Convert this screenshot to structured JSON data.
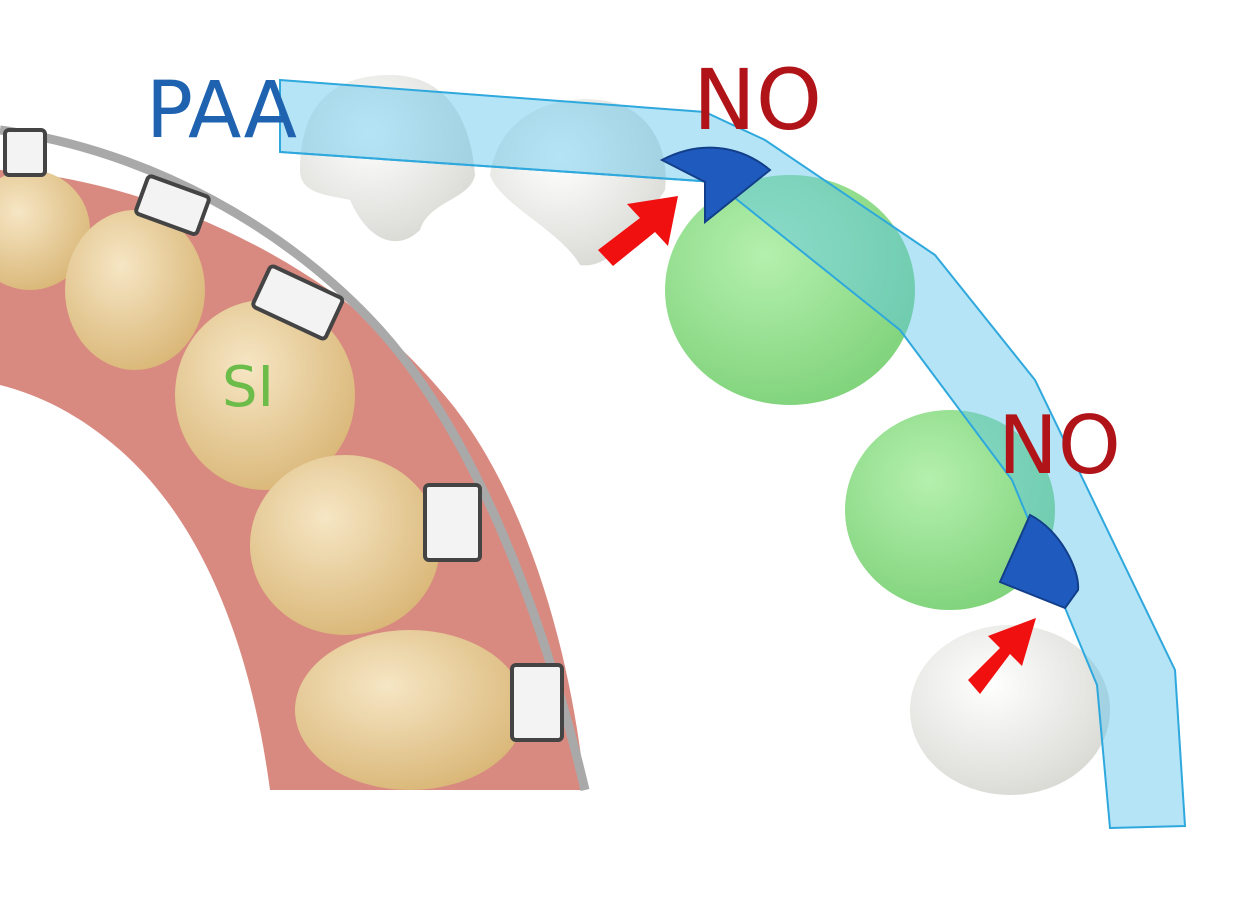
{
  "labels": {
    "paa": "PAA",
    "no_top": "NO",
    "no_right": "NO",
    "si": "SI"
  },
  "colors": {
    "paa_text": "#1f63b0",
    "no_text": "#b01418",
    "si_text": "#6cbc4a",
    "band": "#5bc3ea",
    "wedge": "#1f5bbf",
    "arrow": "#f01010",
    "green_tooth": "#8fe08a",
    "gum": "#d98a80"
  }
}
